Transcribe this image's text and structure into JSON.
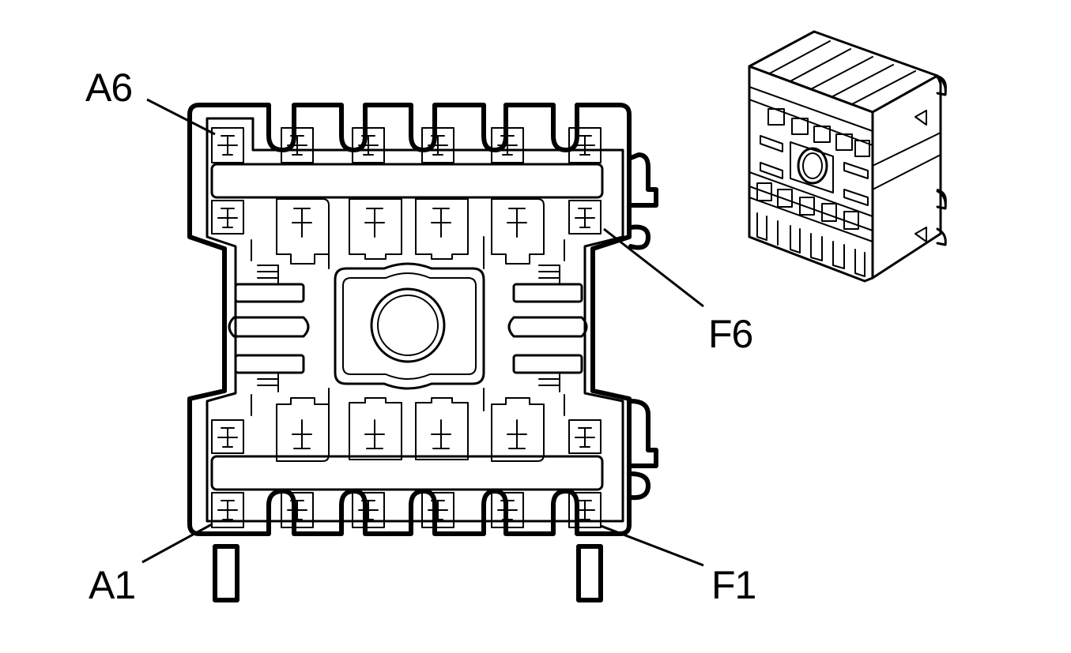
{
  "labels": {
    "top_left": "A6",
    "bottom_left": "A1",
    "top_right": "F6",
    "bottom_right": "F1"
  }
}
